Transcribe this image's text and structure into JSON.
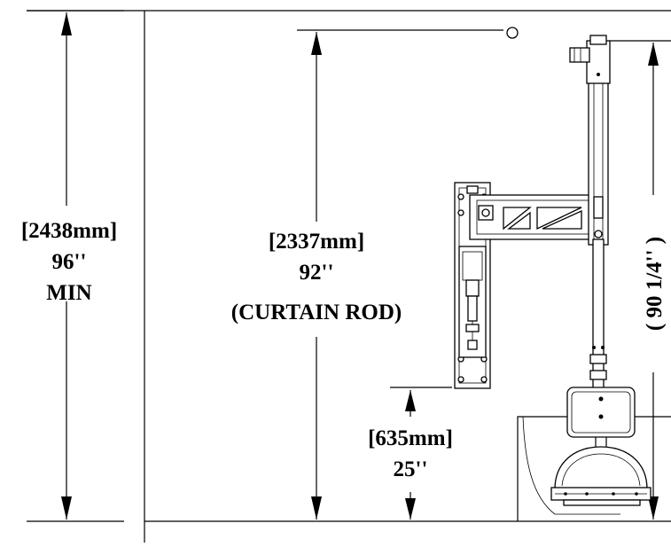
{
  "dimensions": {
    "ceiling_height": {
      "metric": "[2438mm]",
      "imperial": "96''",
      "note": "MIN"
    },
    "curtain_rod": {
      "metric": "[2337mm]",
      "imperial": "92''",
      "note": "(CURTAIN ROD)"
    },
    "bench_height": {
      "metric": "[635mm]",
      "imperial": "25''"
    },
    "column_height": {
      "imperial": "( 90 1/4'' )"
    }
  },
  "colors": {
    "ink": "#000000",
    "paper": "#ffffff"
  }
}
